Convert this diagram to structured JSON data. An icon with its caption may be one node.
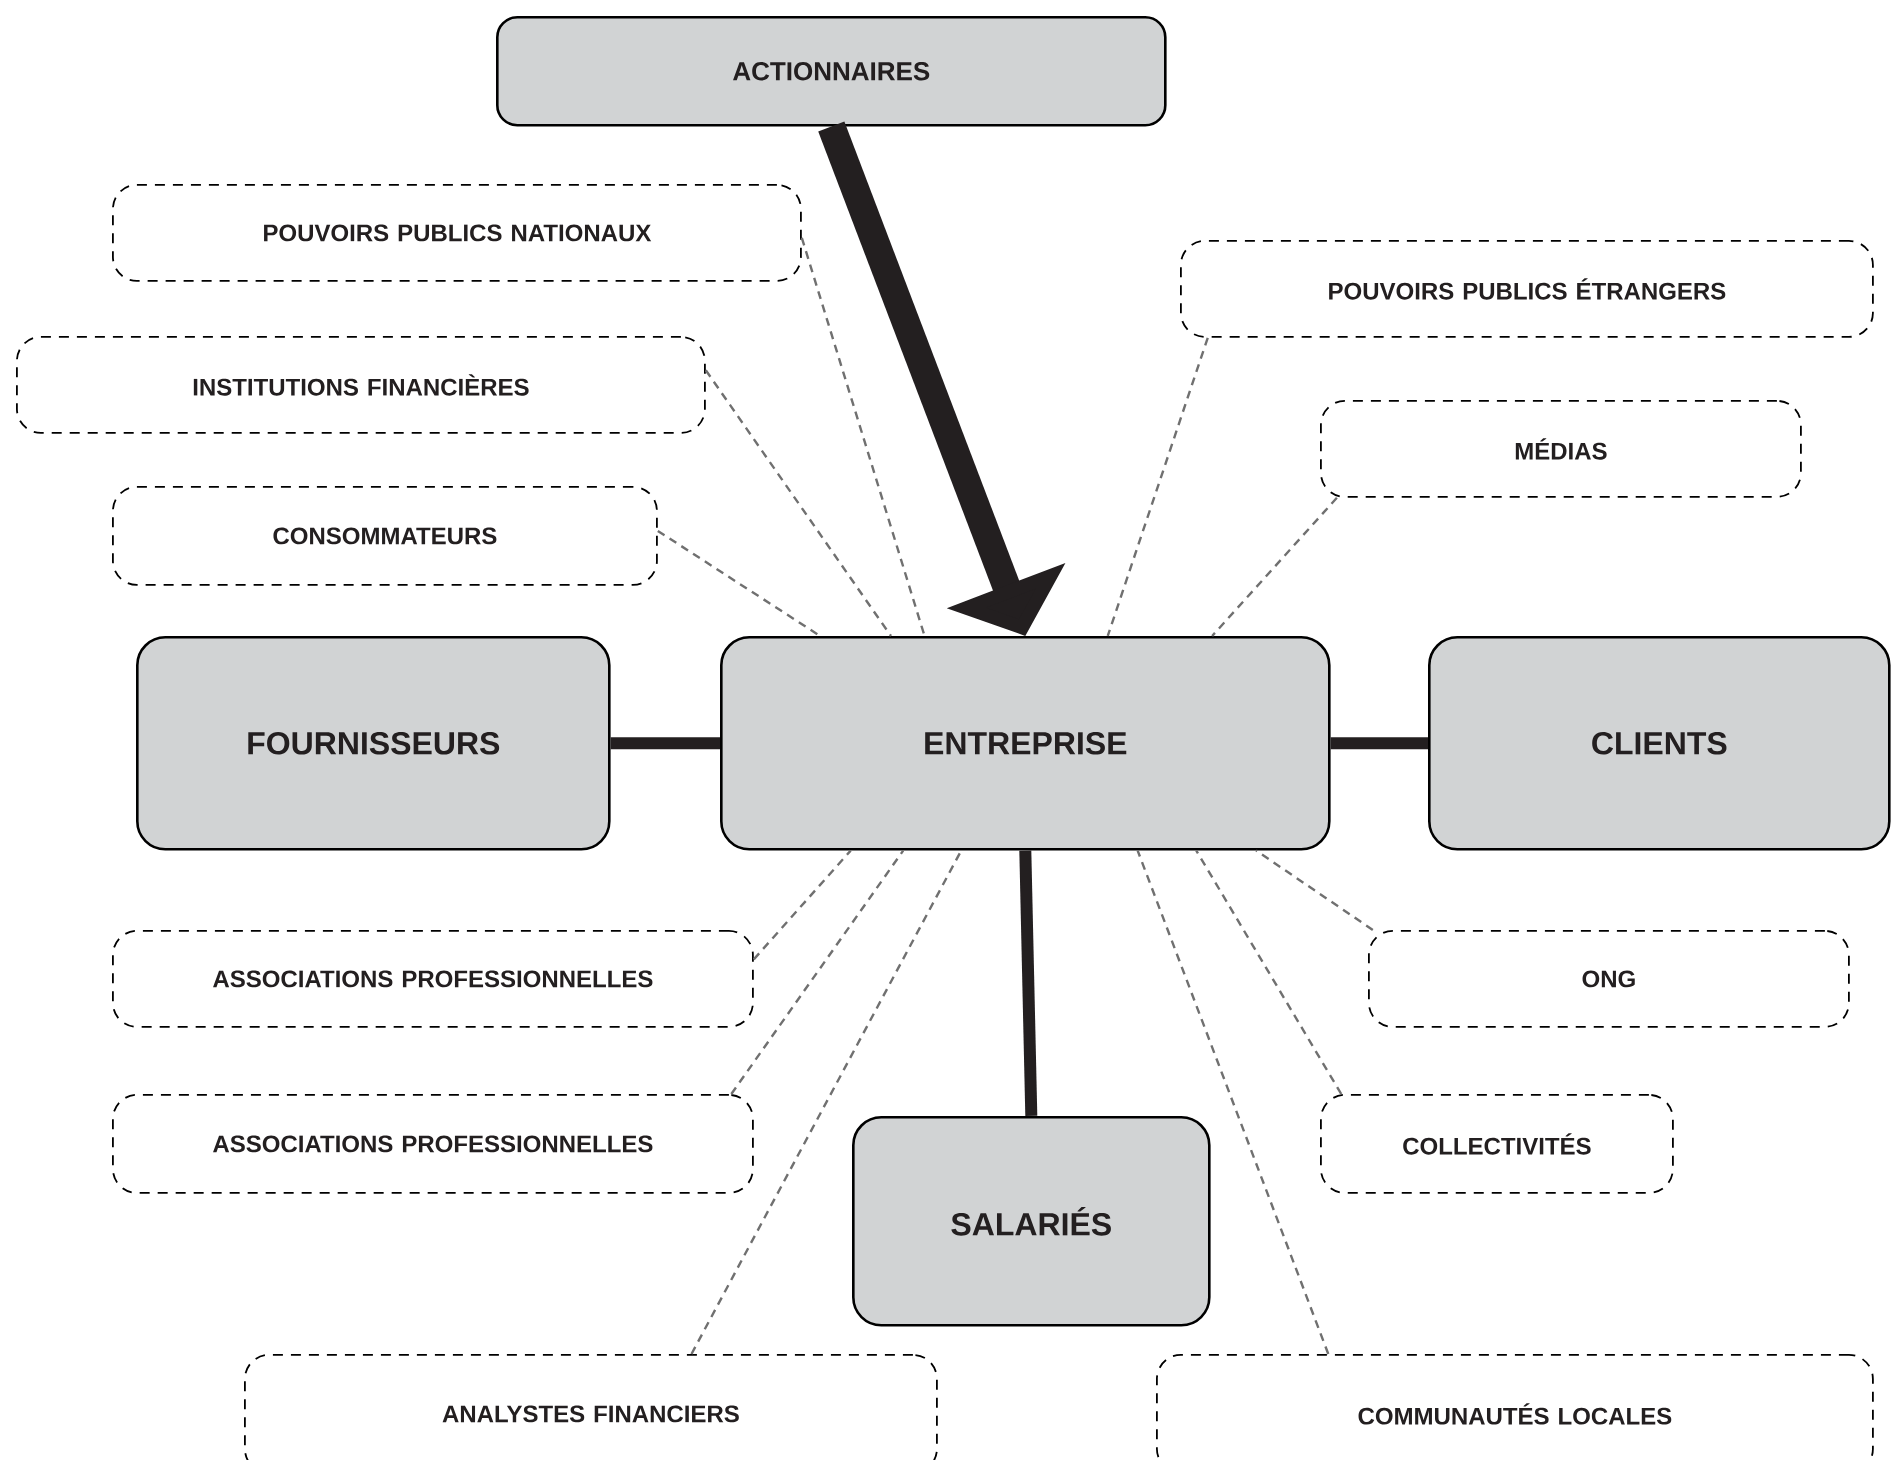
{
  "diagram": {
    "nodes": [
      {
        "text": [
          "ACTIONNAIRES"
        ]
      },
      {
        "text": [
          "POUVOIRS PUBLICS NATIONAUX"
        ]
      },
      {
        "text": [
          "POUVOIRS PUBLICS ÉTRANGERS"
        ]
      },
      {
        "text": [
          "INSTITUTIONS FINANCIÈRES"
        ]
      },
      {
        "text": [
          "MÉDIAS"
        ]
      },
      {
        "text": [
          "CONSOMMATEURS"
        ]
      },
      {
        "text": [
          "FOURNISSEURS"
        ]
      },
      {
        "text": [
          "ENTREPRISE"
        ]
      },
      {
        "text": [
          "CLIENTS"
        ]
      },
      {
        "text": [
          "ASSOCIATIONS PROFESSIONNELLES"
        ]
      },
      {
        "text": [
          "ONG"
        ]
      },
      {
        "text": [
          "ASSOCIATIONS PROFESSIONNELLES"
        ]
      },
      {
        "text": [
          "SALARIÉS"
        ]
      },
      {
        "text": [
          "COLLECTIVITÉS"
        ]
      },
      {
        "text": [
          "ANALYSTES FINANCIERS"
        ]
      },
      {
        "text": [
          "COMMUNAUTÉS LOCALES"
        ]
      }
    ],
    "edges": [
      {
        "from": 0,
        "to": 7,
        "arrow": "to",
        "style": "thick",
        "color": "#231f20"
      },
      {
        "from": 6,
        "to": 7,
        "arrow": "none",
        "style": "thick",
        "color": "#231f20"
      },
      {
        "from": 7,
        "to": 8,
        "arrow": "none",
        "style": "thick",
        "color": "#231f20"
      },
      {
        "from": 7,
        "to": 12,
        "arrow": "none",
        "style": "thick",
        "color": "#231f20"
      },
      {
        "from": 1,
        "to": 7,
        "arrow": "none",
        "style": "dashed"
      },
      {
        "from": 3,
        "to": 7,
        "arrow": "none",
        "style": "dashed"
      },
      {
        "from": 5,
        "to": 7,
        "arrow": "none",
        "style": "dashed"
      },
      {
        "from": 2,
        "to": 7,
        "arrow": "none",
        "style": "dashed"
      },
      {
        "from": 4,
        "to": 7,
        "arrow": "none",
        "style": "dashed"
      },
      {
        "from": 9,
        "to": 7,
        "arrow": "none",
        "style": "dashed"
      },
      {
        "from": 11,
        "to": 7,
        "arrow": "none",
        "style": "dashed"
      },
      {
        "from": 14,
        "to": 7,
        "arrow": "none",
        "style": "dashed"
      },
      {
        "from": 15,
        "to": 7,
        "arrow": "none",
        "style": "dashed"
      },
      {
        "from": 13,
        "to": 7,
        "arrow": "none",
        "style": "dashed"
      },
      {
        "from": 10,
        "to": 7,
        "arrow": "none",
        "style": "dashed"
      }
    ]
  }
}
